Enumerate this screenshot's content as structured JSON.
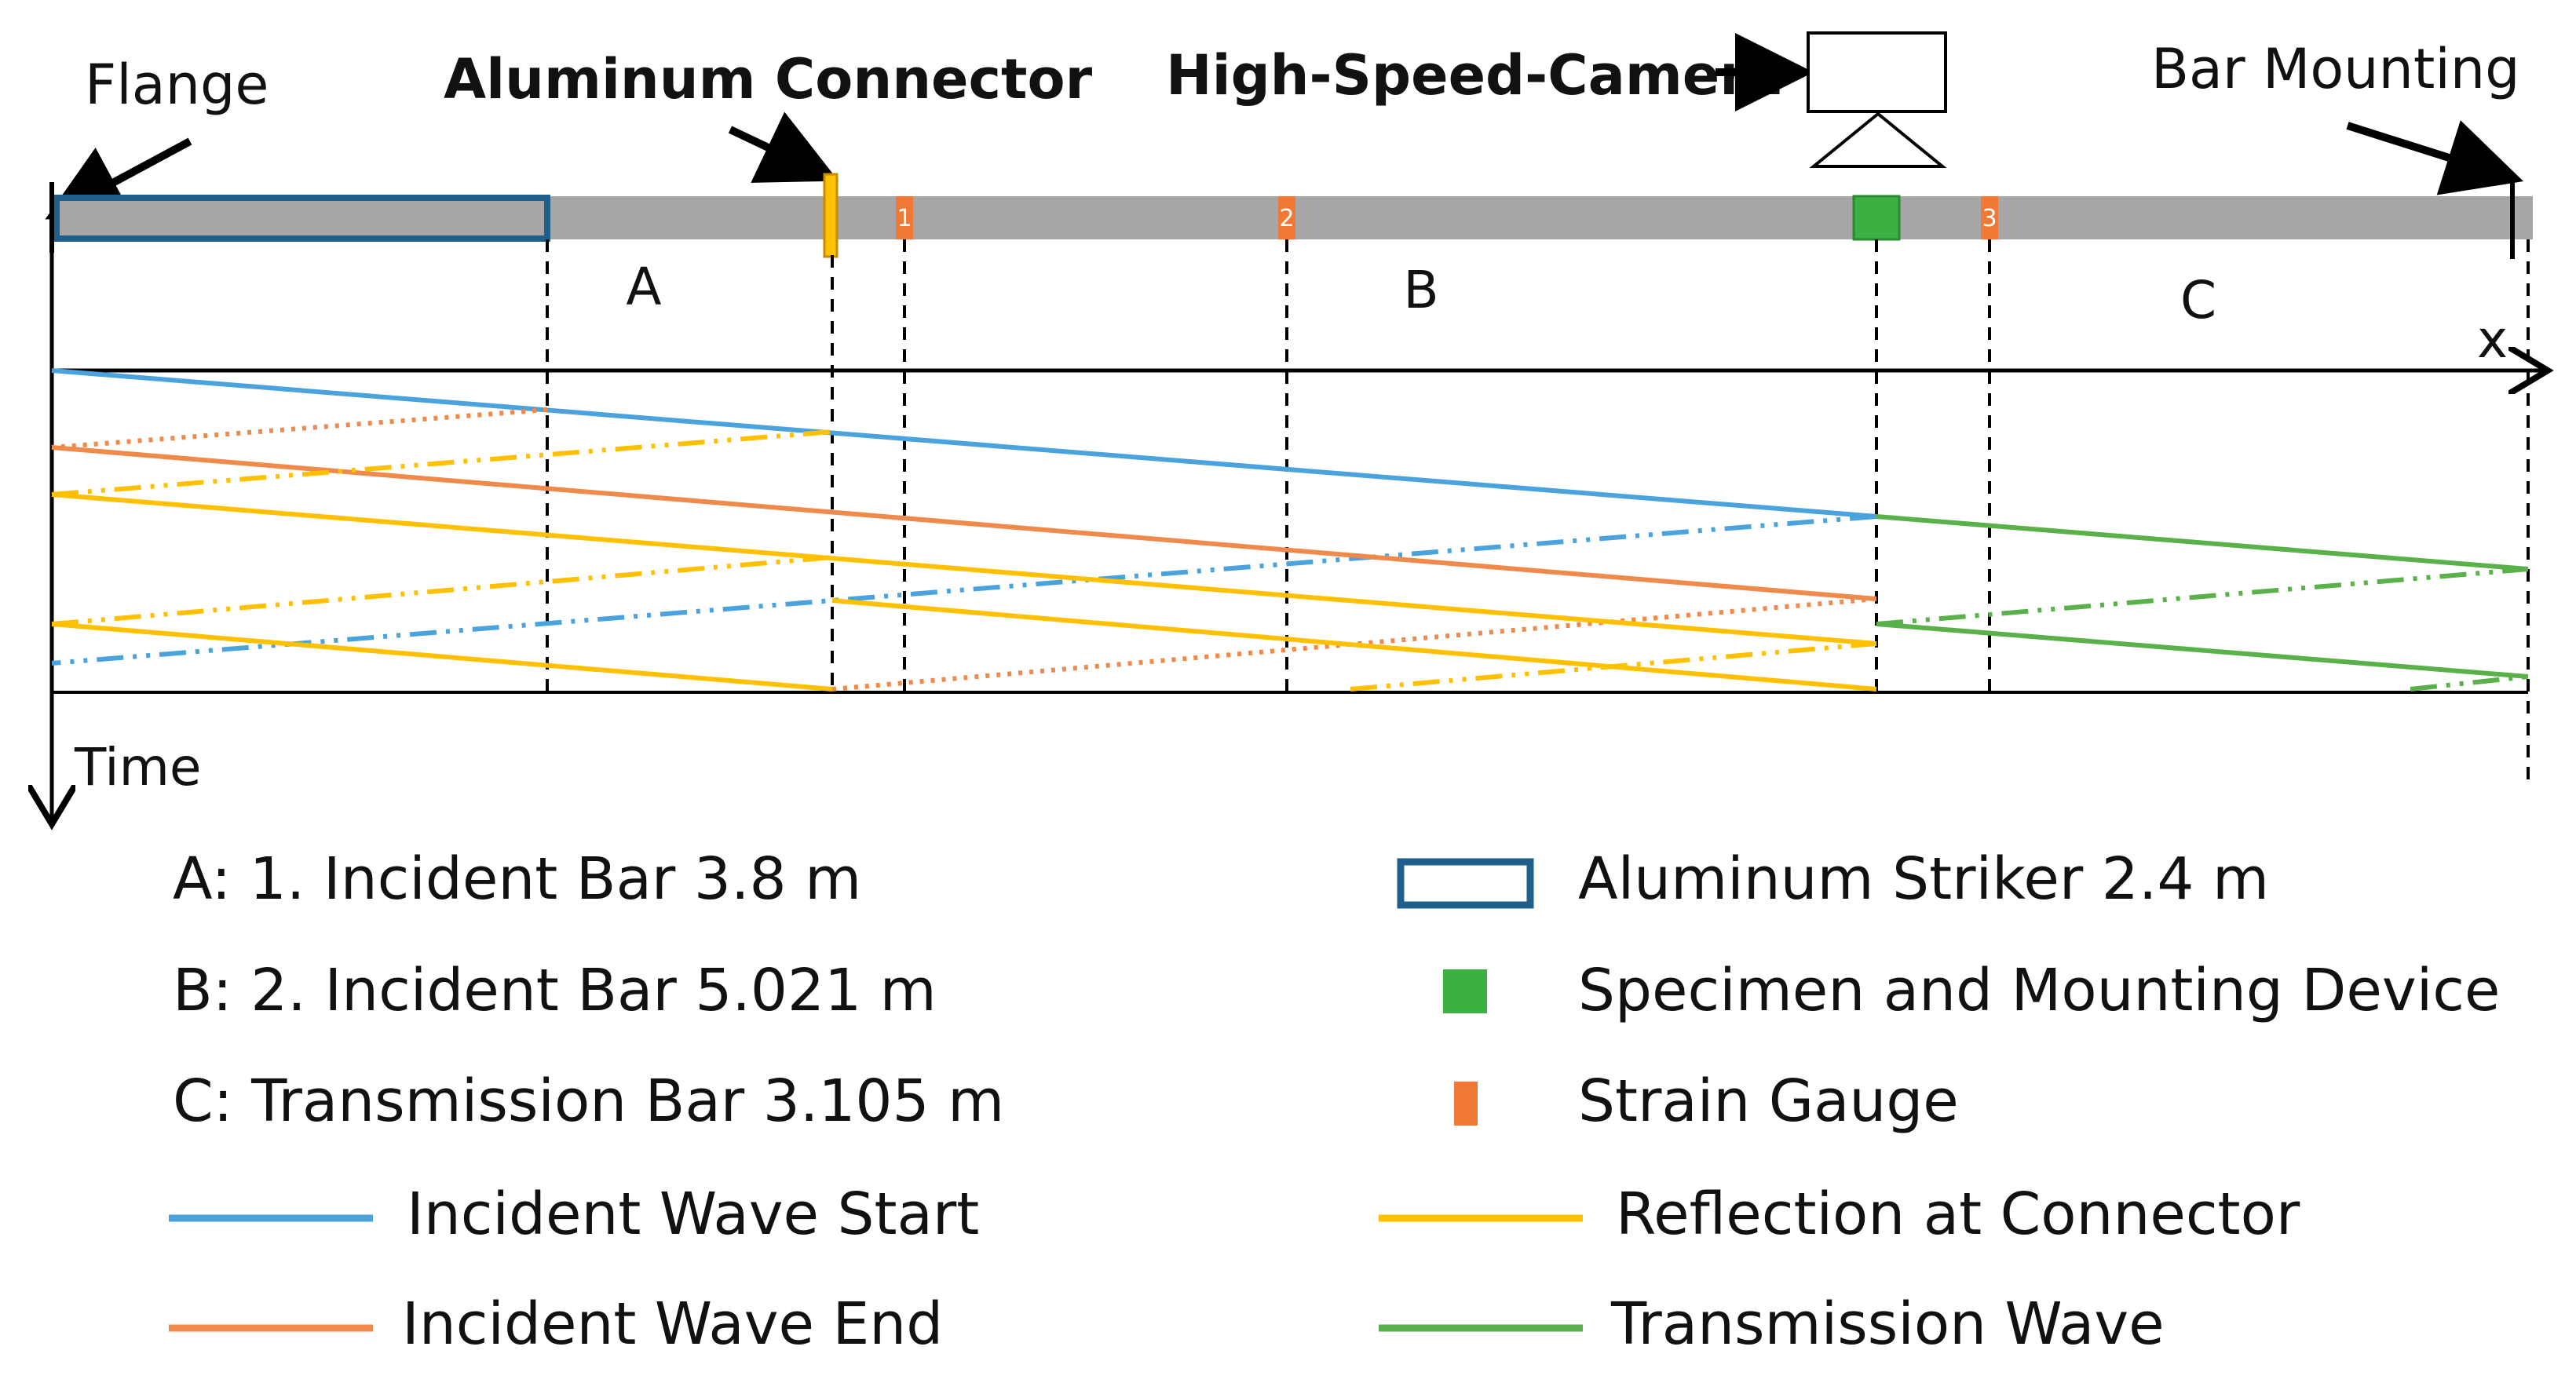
{
  "top_labels": {
    "flange": "Flange",
    "connector": "Aluminum Connector",
    "camera": "High-Speed-Camera",
    "mounting": "Bar Mounting"
  },
  "sections": {
    "a": "A",
    "b": "B",
    "c": "C"
  },
  "axes": {
    "x": "x",
    "time": "Time"
  },
  "gauges": [
    "1",
    "2",
    "3"
  ],
  "legend": {
    "left": [
      "A: 1. Incident Bar 3.8 m",
      "B: 2. Incident Bar 5.021 m",
      "C: Transmission Bar 3.105 m"
    ],
    "right": [
      {
        "marker": "outline-box",
        "text": "Aluminum Striker 2.4 m"
      },
      {
        "marker": "green-square",
        "text": "Specimen and Mounting Device"
      },
      {
        "marker": "orange-rect",
        "text": "Strain Gauge"
      }
    ],
    "waves": [
      {
        "text": "Incident Wave Start",
        "color": "#4ba3dd"
      },
      {
        "text": "Incident Wave End",
        "color": "#f08a4b"
      },
      {
        "text": "Reflection at Connector",
        "color": "#ffc000"
      },
      {
        "text": "Transmission Wave",
        "color": "#5ab14a"
      }
    ]
  },
  "colors": {
    "bar": "#a6a6a6",
    "striker_outline": "#1f5f8b",
    "specimen": "#3cb043",
    "gauge": "#f07a35",
    "connector": "#ffc000",
    "incident_start": "#4ba3dd",
    "incident_end": "#f08a4b",
    "reflection": "#ffc000",
    "transmission": "#5ab14a"
  }
}
